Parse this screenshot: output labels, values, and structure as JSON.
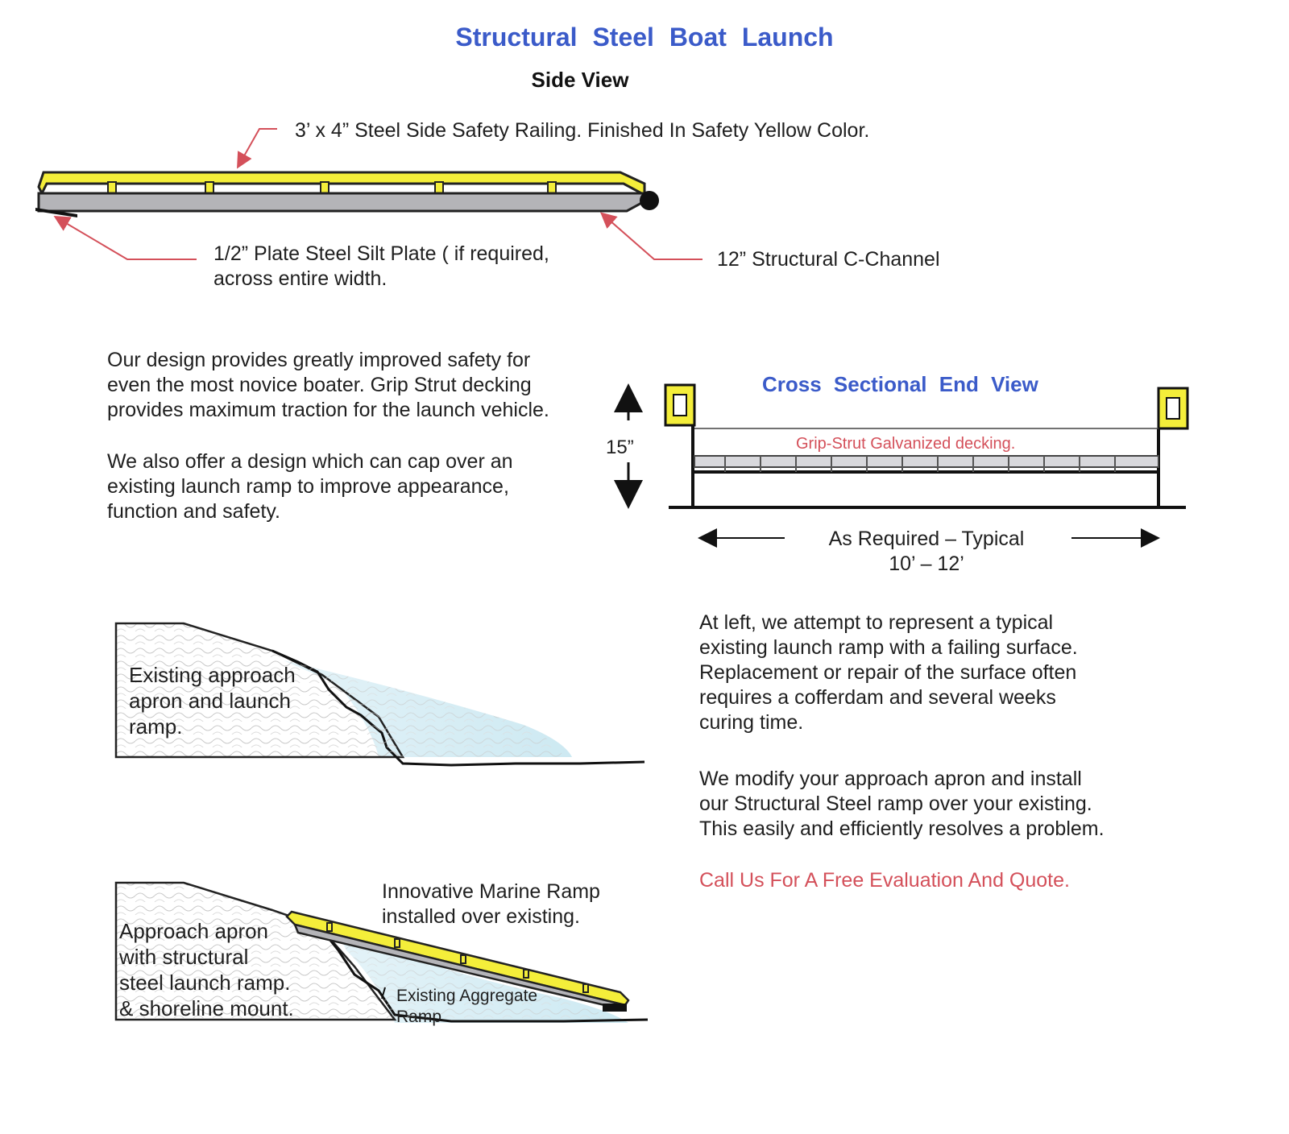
{
  "header": {
    "title": "Structural  Steel  Boat  Launch",
    "subtitle": "Side View"
  },
  "side_view": {
    "railing_label": "3’ x 4”  Steel Side Safety Railing.  Finished In Safety Yellow Color.",
    "silt_plate_label_line1": "1/2” Plate Steel Silt Plate ( if required,",
    "silt_plate_label_line2": "across entire width.",
    "c_channel_label": "12” Structural C-Channel"
  },
  "intro": {
    "para1_lines": [
      "Our design provides greatly improved safety for",
      "even the most novice boater.  Grip Strut decking",
      "provides maximum traction for the launch vehicle."
    ],
    "para2_lines": [
      "We also offer a design which can cap over an",
      "existing launch ramp to improve appearance,",
      "function and safety."
    ]
  },
  "cross_section": {
    "title": "Cross  Sectional  End  View",
    "height_label": "15”",
    "decking_label": "Grip-Strut Galvanized decking.",
    "width_label_line1": "As Required – Typical",
    "width_label_line2": "10’ – 12’"
  },
  "existing_ramp": {
    "label_lines": [
      "Existing approach",
      "apron and launch",
      "ramp."
    ]
  },
  "installed_ramp": {
    "label_lines": [
      "Approach apron",
      "with structural",
      "steel launch ramp.",
      "& shoreline mount."
    ],
    "callout_line1": "Innovative Marine Ramp",
    "callout_line2": "installed over existing.",
    "aggregate_line1": "Existing Aggregate",
    "aggregate_line2": "Ramp"
  },
  "description": {
    "para1_lines": [
      "At left, we attempt to represent a typical",
      "existing launch ramp with a failing surface.",
      "Replacement or repair of the surface often",
      "requires a cofferdam and several weeks",
      "curing time."
    ],
    "para2_lines": [
      "We modify your approach apron and install",
      "our Structural Steel ramp over your existing.",
      "This easily and efficiently resolves a problem."
    ],
    "cta": "Call Us For A Free Evaluation And Quote."
  },
  "colors": {
    "title_blue": "#3b5bc9",
    "safety_yellow": "#f4ee3a",
    "steel_gray": "#b4b4b8",
    "callout_red": "#d4505a",
    "water_blue": "#d6eef6"
  }
}
